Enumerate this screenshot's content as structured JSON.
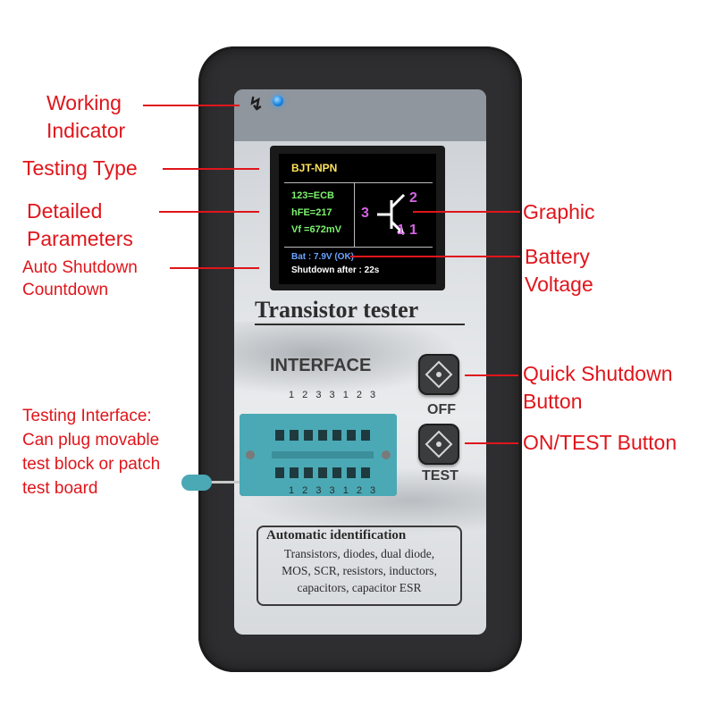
{
  "device": {
    "screen": {
      "type": "BJT-NPN",
      "pins": "123=ECB",
      "hfe": "hFE=217",
      "vf": "Vf =672mV",
      "battery": "Bat : 7.9V (OK)",
      "shutdown": "Shutdown after : 22s",
      "symbol_labels": {
        "base": "3",
        "collector": "2",
        "emitter_a": "1",
        "emitter_b": "1"
      }
    },
    "title": "Transistor tester",
    "interface_label": "INTERFACE",
    "pin_numbers_top": "1 2 3 3 1 2 3",
    "pin_numbers_bottom": "1 2 3 3 1 2 3",
    "off_label": "OFF",
    "test_label": "TEST",
    "auto_box": {
      "title": "Automatic identification",
      "lines": [
        "Transistors, diodes, dual diode,",
        "MOS, SCR, resistors, inductors,",
        "capacitors, capacitor ESR"
      ]
    }
  },
  "annotations": {
    "working_indicator": [
      "Working",
      "Indicator"
    ],
    "testing_type": "Testing Type",
    "detailed_parameters": [
      "Detailed",
      "Parameters"
    ],
    "auto_shutdown": [
      "Auto Shutdown",
      "Countdown"
    ],
    "testing_interface": [
      "Testing Interface:",
      "Can plug movable",
      "test block or patch",
      "test board"
    ],
    "graphic": "Graphic",
    "battery_voltage": [
      "Battery",
      "Voltage"
    ],
    "quick_shutdown": [
      "Quick Shutdown",
      "Button"
    ],
    "on_test": "ON/TEST Button"
  },
  "colors": {
    "annotation": "#e0151b",
    "led": "#1a88e6",
    "socket": "#4aa9b5"
  }
}
